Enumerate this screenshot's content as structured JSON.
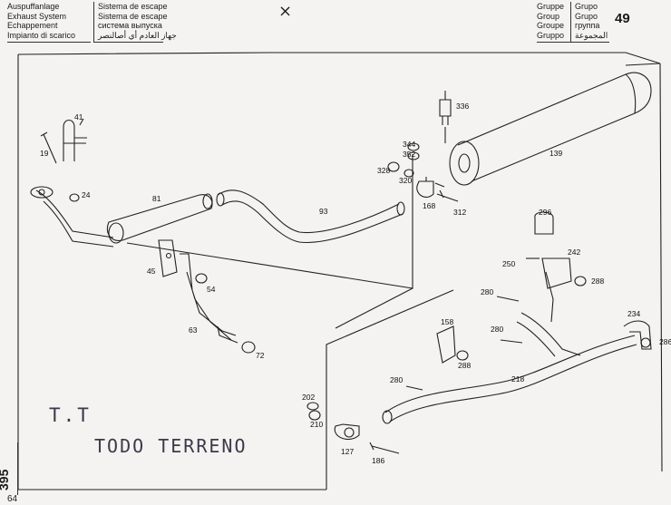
{
  "header": {
    "left_titles": [
      "Auspuffanlage",
      "Exhaust System",
      "Echappement",
      "Impianto di scarico"
    ],
    "mid_titles": [
      "Sistema de escape",
      "Sistema de escape",
      "система выпуска",
      "جهاز العادم أي أصالنصر"
    ],
    "group_labels": [
      "Gruppe",
      "Group",
      "Groupe",
      "Gruppo"
    ],
    "group_values": [
      "Grupo",
      "Grupo",
      "группа",
      "المجموعة"
    ],
    "group_number": "49",
    "hand_mark": "×"
  },
  "parts": {
    "p41": "41",
    "p19": "19",
    "p24": "24",
    "p81": "81",
    "p93": "93",
    "p45": "45",
    "p54": "54",
    "p63": "63",
    "p72": "72",
    "p336": "336",
    "p344": "344",
    "p352": "352",
    "p328": "328",
    "p320": "320",
    "p168": "168",
    "p312": "312",
    "p139": "139",
    "p296": "296",
    "p242": "242",
    "p250": "250",
    "p288a": "288",
    "p280a": "280",
    "p234": "234",
    "p158": "158",
    "p280b": "280",
    "p288b": "288",
    "p286": "286",
    "p280c": "280",
    "p218": "218",
    "p202": "202",
    "p210": "210",
    "p127": "127",
    "p186": "186"
  },
  "stamp": {
    "line1": "T.T",
    "line2": "TODO TERRENO"
  },
  "margin_number": "395",
  "footer_number": "64"
}
